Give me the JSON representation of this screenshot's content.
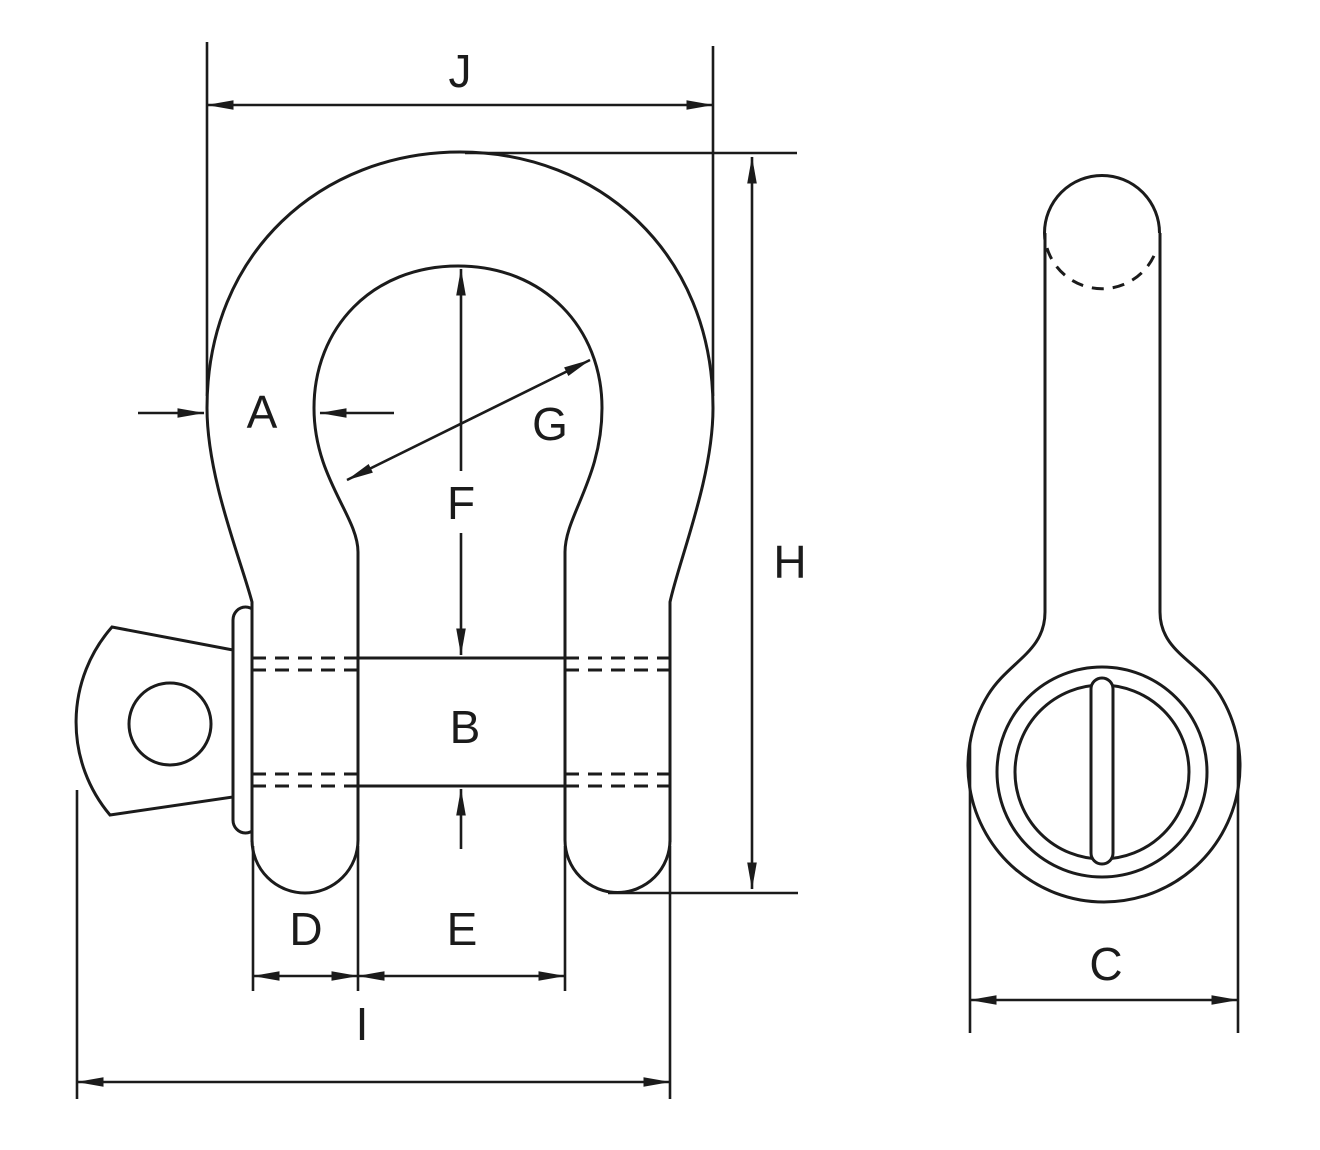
{
  "document": {
    "type": "engineering-dimension-drawing",
    "subject": "Bow shackle with screw pin — front view (left) and side view (right)",
    "views": {
      "front_view_labels": [
        "J",
        "A",
        "G",
        "F",
        "B",
        "D",
        "E",
        "I",
        "H"
      ],
      "side_view_labels": [
        "C"
      ]
    }
  },
  "labels": {
    "J": "J",
    "H": "H",
    "A": "A",
    "G": "G",
    "F": "F",
    "B": "B",
    "D": "D",
    "E": "E",
    "I": "I",
    "C": "C"
  },
  "colors": {
    "line": "#1b1b1b",
    "background": "#ffffff"
  }
}
